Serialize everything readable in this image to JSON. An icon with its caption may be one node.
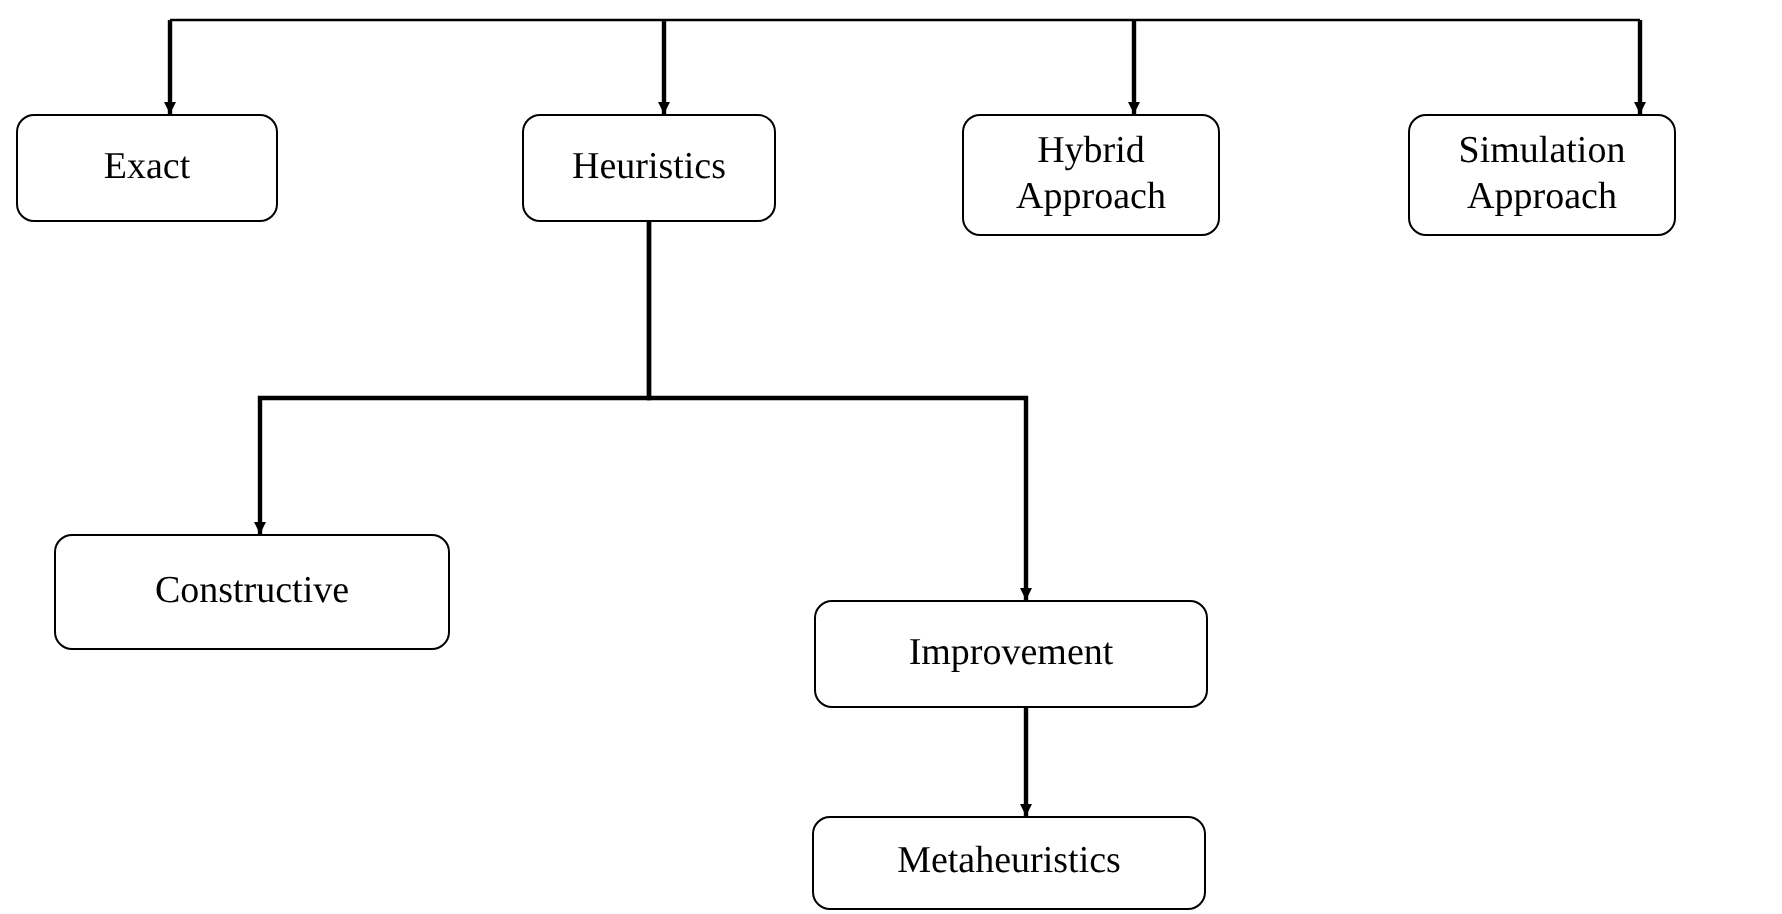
{
  "diagram": {
    "nodes": [
      {
        "text": [
          "Exact"
        ]
      },
      {
        "text": [
          "Heuristics"
        ]
      },
      {
        "text": [
          "Hybrid Approach"
        ]
      },
      {
        "text": [
          "Simulation Approach"
        ]
      },
      {
        "text": [
          "Constructive"
        ]
      },
      {
        "text": [
          "Improvement"
        ]
      },
      {
        "text": [
          "Metaheuristics"
        ]
      }
    ],
    "edges": [
      {
        "from": null,
        "to": 0,
        "arrow": "to"
      },
      {
        "from": null,
        "to": 1,
        "arrow": "to"
      },
      {
        "from": null,
        "to": 2,
        "arrow": "to"
      },
      {
        "from": null,
        "to": 3,
        "arrow": "to"
      },
      {
        "from": 1,
        "to": 4,
        "arrow": "to"
      },
      {
        "from": 1,
        "to": 5,
        "arrow": "to"
      },
      {
        "from": 5,
        "to": 6,
        "arrow": "to"
      }
    ]
  }
}
